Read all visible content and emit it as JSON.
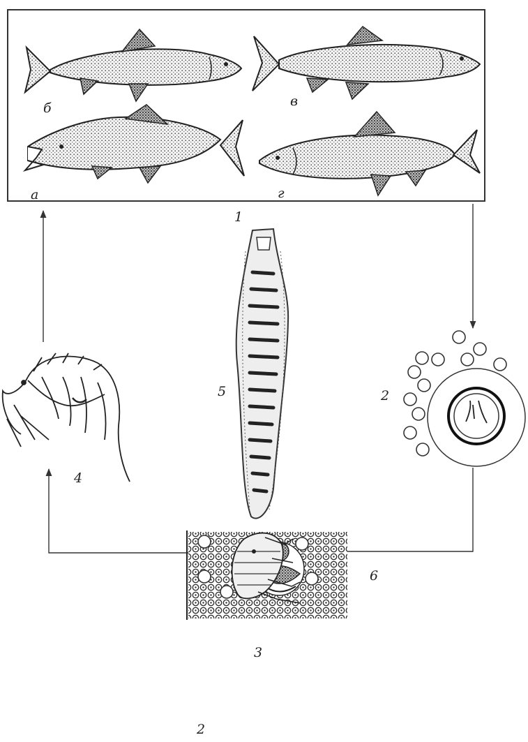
{
  "labels": {
    "fish_box": "1",
    "egg": "2",
    "egg_bottom": "2",
    "larva": "3",
    "amphipod": "4",
    "worm": "5",
    "tissue": "6",
    "fish_a": "а",
    "fish_b": "б",
    "fish_v": "в",
    "fish_g": "г"
  }
}
